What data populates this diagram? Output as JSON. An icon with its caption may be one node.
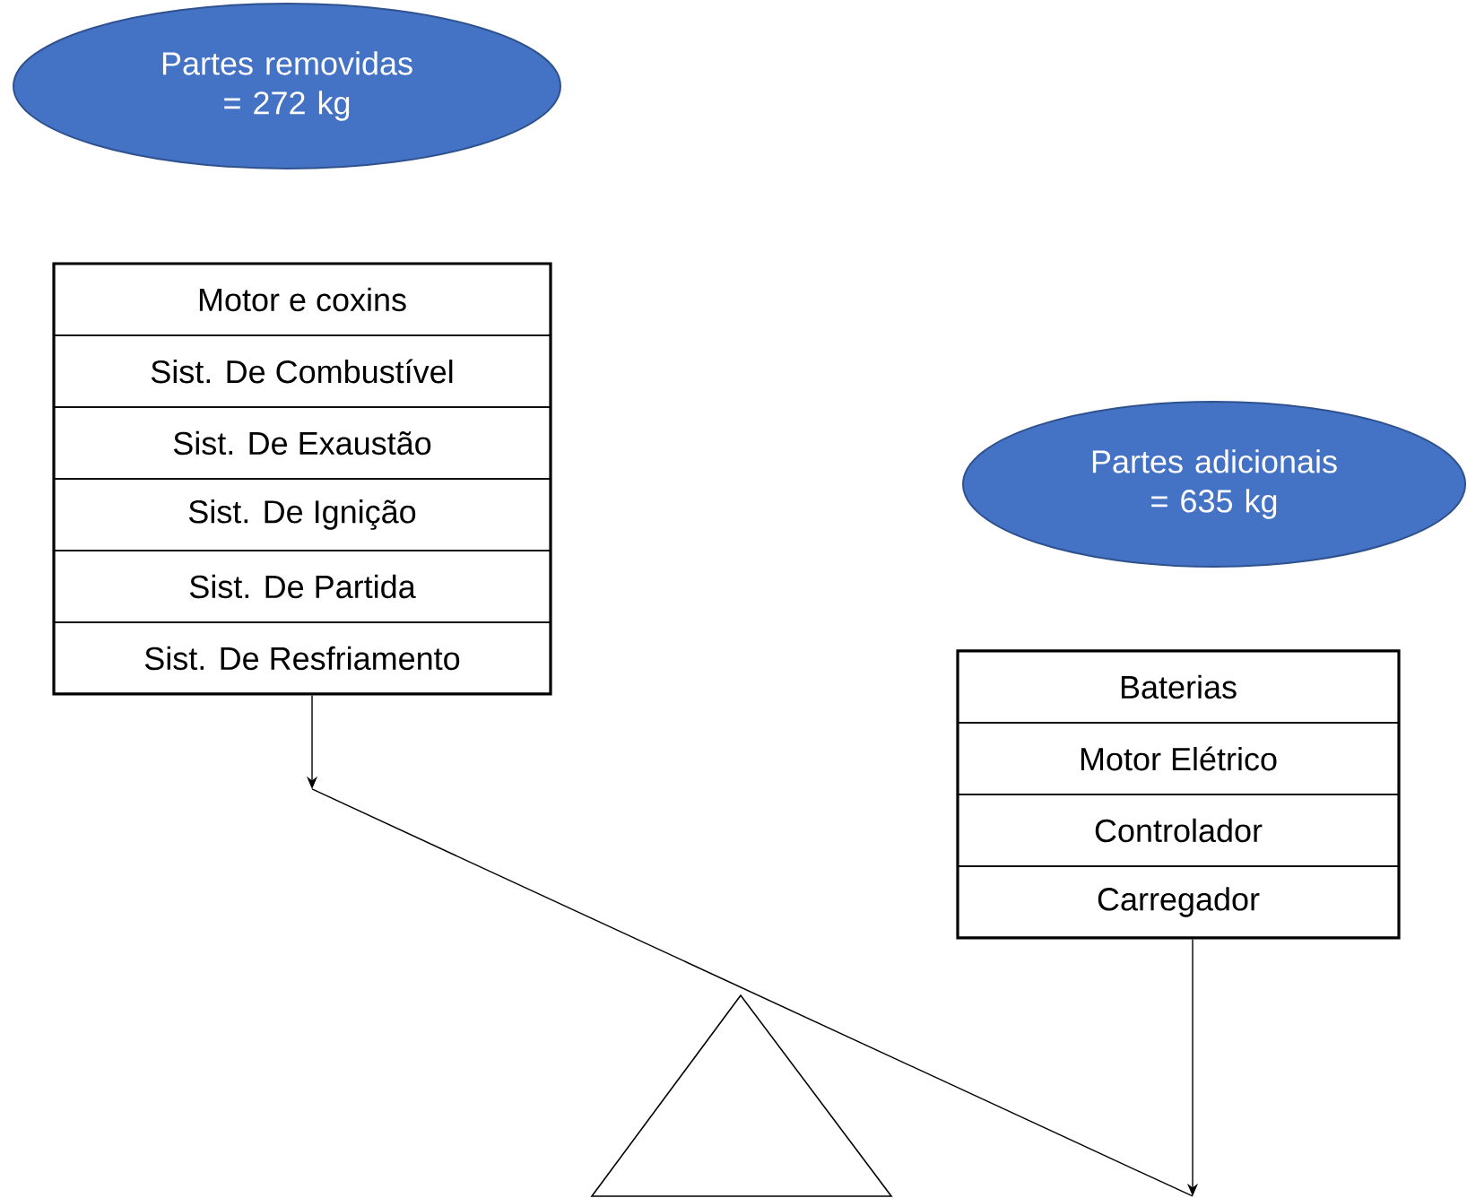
{
  "diagram": {
    "nodes": [
      {
        "text": [
          "Partes removidas = 272 kg"
        ]
      },
      {
        "text": [],
        "shape": "box"
      },
      {
        "text": [
          "Motor e coxins"
        ],
        "in": 1
      },
      {
        "text": [
          "Sist. De Combustível"
        ],
        "in": 1
      },
      {
        "text": [
          "Sist. De Exaustão"
        ],
        "in": 1
      },
      {
        "text": [
          "Sist. De Ignição"
        ],
        "in": 1
      },
      {
        "text": [
          "Sist. De Partida"
        ],
        "in": 1
      },
      {
        "text": [
          "Sist. De Resfriamento"
        ],
        "in": 1
      },
      {
        "text": [
          "Partes adicionais = 635 kg"
        ]
      },
      {
        "text": [],
        "shape": "box"
      },
      {
        "text": [
          "Baterias"
        ],
        "in": 9
      },
      {
        "text": [
          "Motor Elétrico"
        ],
        "in": 9
      },
      {
        "text": [
          "Controlador"
        ],
        "in": 9
      },
      {
        "text": [
          "Carregador"
        ],
        "in": 9
      }
    ],
    "edges": [
      {
        "from": 1,
        "to": null,
        "arrow": "to"
      },
      {
        "from": 9,
        "to": null,
        "arrow": "to"
      }
    ]
  }
}
